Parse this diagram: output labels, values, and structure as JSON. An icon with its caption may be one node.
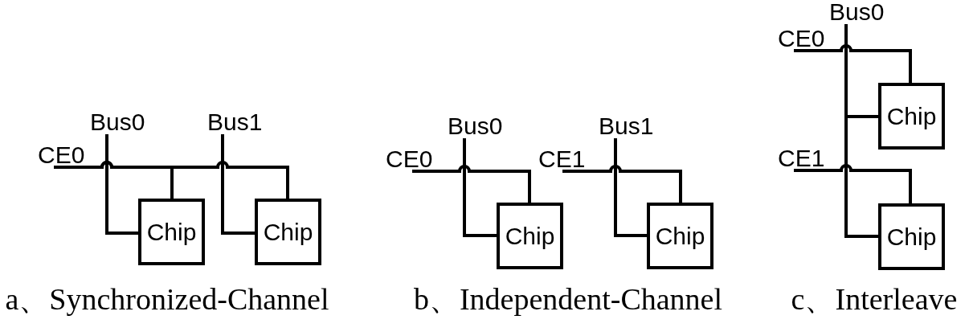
{
  "diagram": {
    "nodes": [
      {
        "text": [
          "Bus0"
        ]
      },
      {
        "text": [
          "Bus1"
        ]
      },
      {
        "text": [
          "CE0"
        ]
      },
      {
        "text": [
          "Chip"
        ]
      },
      {
        "text": [
          "Chip"
        ]
      },
      {
        "text": [
          "Bus0"
        ]
      },
      {
        "text": [
          "Bus1"
        ]
      },
      {
        "text": [
          "CE0"
        ]
      },
      {
        "text": [
          "CE1"
        ]
      },
      {
        "text": [
          "Chip"
        ]
      },
      {
        "text": [
          "Chip"
        ]
      },
      {
        "text": [
          "Bus0"
        ]
      },
      {
        "text": [
          "CE0"
        ]
      },
      {
        "text": [
          "Chip"
        ]
      },
      {
        "text": [
          "CE1"
        ]
      },
      {
        "text": [
          "Chip"
        ]
      }
    ],
    "edges": [
      {
        "from": 0,
        "to": 3,
        "arrow": "none"
      },
      {
        "from": 1,
        "to": 4,
        "arrow": "none"
      },
      {
        "from": 2,
        "to": 3,
        "arrow": "none"
      },
      {
        "from": 2,
        "to": 4,
        "arrow": "none"
      },
      {
        "from": 5,
        "to": 9,
        "arrow": "none"
      },
      {
        "from": 6,
        "to": 10,
        "arrow": "none"
      },
      {
        "from": 7,
        "to": 9,
        "arrow": "none"
      },
      {
        "from": 8,
        "to": 10,
        "arrow": "none"
      },
      {
        "from": 11,
        "to": 13,
        "arrow": "none"
      },
      {
        "from": 11,
        "to": 15,
        "arrow": "none"
      },
      {
        "from": 12,
        "to": 13,
        "arrow": "none"
      },
      {
        "from": 14,
        "to": 15,
        "arrow": "none"
      }
    ],
    "labels": [
      "a、Synchronized-Channel",
      "b、Independent-Channel",
      "c、Interleave"
    ]
  }
}
